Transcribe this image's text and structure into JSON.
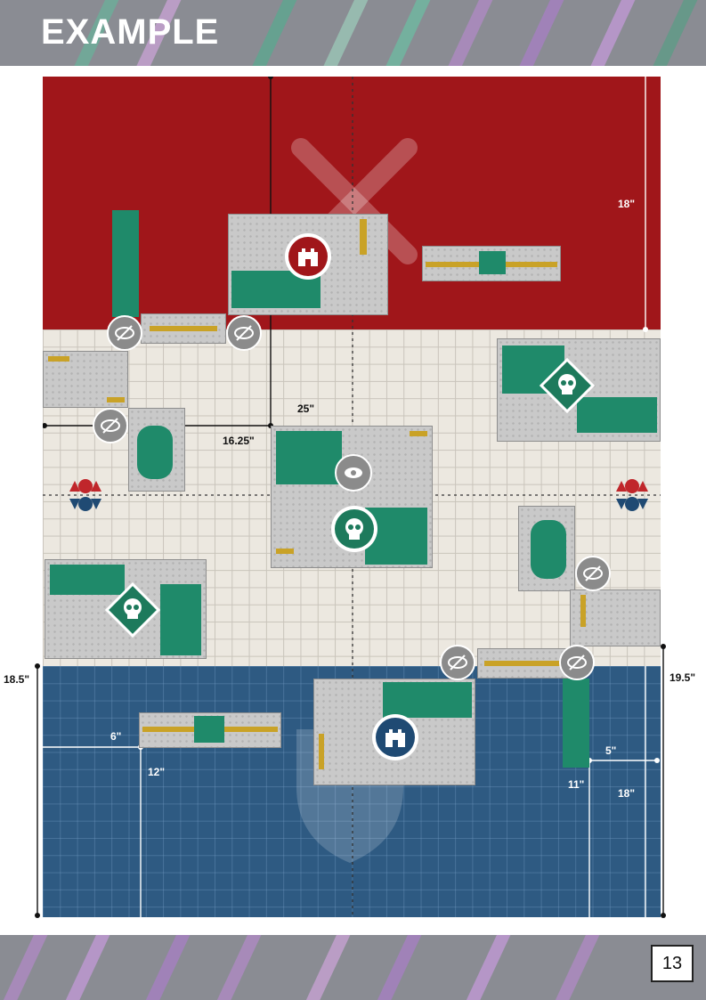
{
  "header": {
    "title": "EXAMPLE"
  },
  "footer": {
    "page_number": "13"
  },
  "colors": {
    "attacker_zone": "#a0161a",
    "defender_zone": "#2e5a82",
    "no_mans_land": "#ece8e0",
    "objective": "#1d7a5c",
    "terrain_green": "#1f8a6a",
    "terrain_gold": "#c9a227"
  },
  "measurements": {
    "red_depth": "18\"",
    "center_horizontal": "25\"",
    "center_vertical": "16.25\"",
    "left_total": "18.5\"",
    "right_total": "19.5\"",
    "blue_short": "6\"",
    "blue_long": "12\"",
    "blue_right_small": "5\"",
    "blue_right_mid": "11\"",
    "blue_depth": "18\""
  },
  "icons": {
    "attacker_objective": "castle-icon",
    "defender_objective": "castle-icon",
    "primary_objective": "skull-icon",
    "obscuring": "eye-slash-icon",
    "vantage": "eye-icon",
    "deployment_marker": "deployment-arrows-icon",
    "attacker_emblem": "crossed-swords-icon",
    "defender_emblem": "shield-icon"
  }
}
